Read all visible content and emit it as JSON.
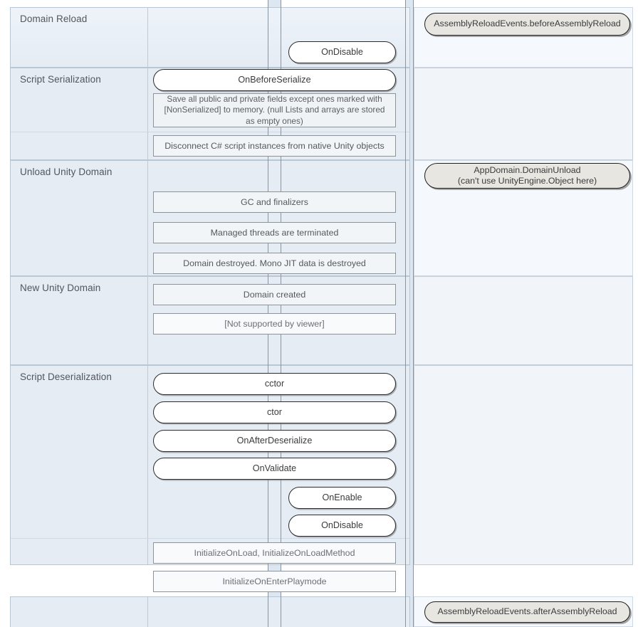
{
  "diagram": {
    "title": "Domain Reload",
    "colors": {
      "lane_fill": "#e5ecf4",
      "right_lane_fill": "#f1f4f9",
      "band": "#dde7f1",
      "pill_fill": "#ffffff",
      "event_pill_fill": "#e8e6e1",
      "rect_fill": "#f2f5f8",
      "border": "#8c939b",
      "text": "#53565a"
    },
    "phases": [
      {
        "label": "Domain Reload"
      },
      {
        "label": "Script Serialization"
      },
      {
        "label": "Unload Unity Domain"
      },
      {
        "label": "New Unity Domain"
      },
      {
        "label": "Script Deserialization"
      }
    ],
    "nodes": {
      "on_disable_top": "OnDisable",
      "on_before_serialize": "OnBeforeSerialize",
      "save_fields_note": "Save all public and private fields except ones marked with [NonSerialized] to memory. (null Lists and arrays are stored as empty ones)",
      "disconnect_note": "Disconnect C# script instances from native Unity objects",
      "gc_and_finalizers": "GC and finalizers",
      "managed_threads": "Managed threads are terminated",
      "domain_destroyed": "Domain destroyed. Mono JIT data is destroyed",
      "domain_created": "Domain created",
      "not_supported": "[Not supported by viewer]",
      "cctor": "cctor",
      "ctor": "ctor",
      "on_after_deserialize": "OnAfterDeserialize",
      "on_validate": "OnValidate",
      "on_enable": "OnEnable",
      "on_disable_bottom": "OnDisable",
      "initialize_on_load": "InitializeOnLoad, InitializeOnLoadMethod",
      "initialize_on_enter_playmode": "InitializeOnEnterPlaymode"
    },
    "events": {
      "before_assembly_reload": "AssemblyReloadEvents.beforeAssemblyReload",
      "app_domain_unload_line1": "AppDomain.DomainUnload",
      "app_domain_unload_line2": "(can't use UnityEngine.Object here)",
      "after_assembly_reload": "AssemblyReloadEvents.afterAssemblyReload"
    }
  }
}
